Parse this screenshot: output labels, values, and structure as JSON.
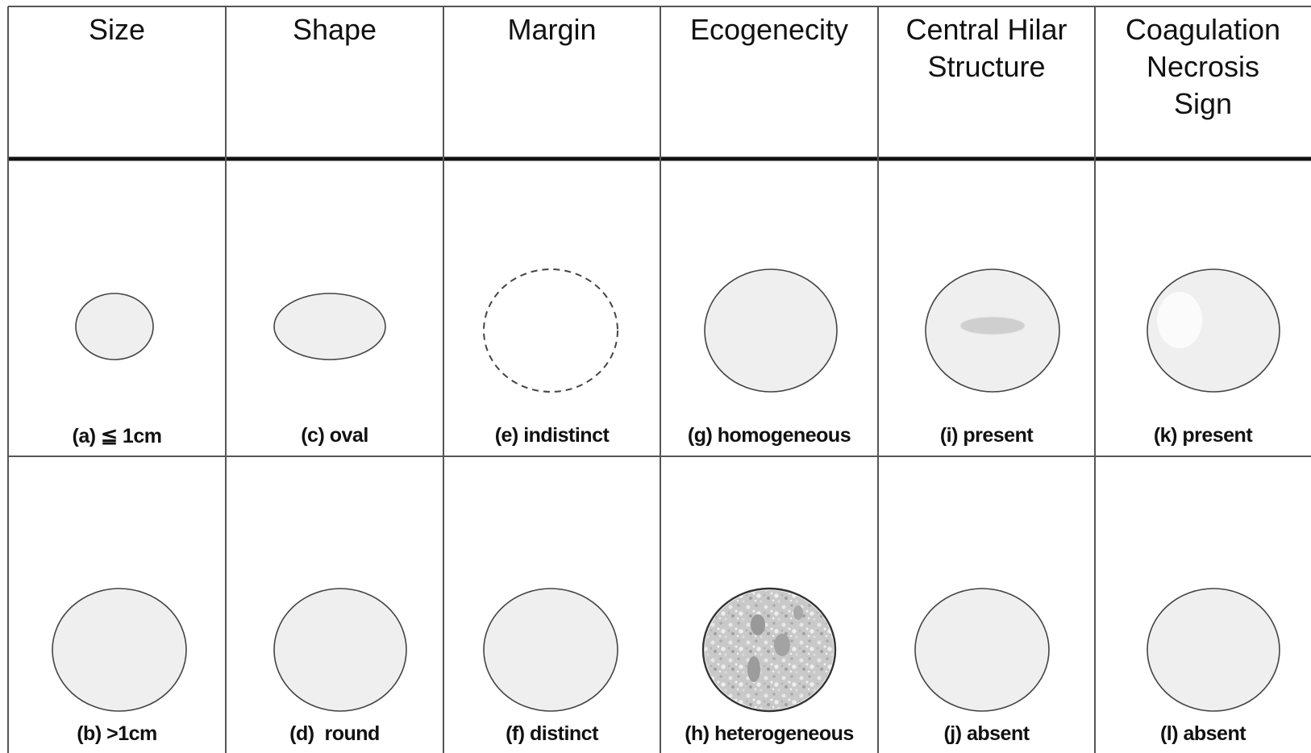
{
  "table": {
    "columns": [
      {
        "header": "Size",
        "row1": {
          "label": "(a) ≦ 1cm",
          "shape": "small-circle"
        },
        "row2": {
          "label": "(b) >1cm",
          "shape": "large-circle"
        }
      },
      {
        "header": "Shape",
        "row1": {
          "label": "(c) oval",
          "shape": "oval"
        },
        "row2": {
          "label": "(d)  round",
          "shape": "round-circle"
        }
      },
      {
        "header": "Margin",
        "row1": {
          "label": "(e) indistinct",
          "shape": "dashed-circle"
        },
        "row2": {
          "label": "(f) distinct",
          "shape": "solid-circle"
        }
      },
      {
        "header": "Ecogenecity",
        "row1": {
          "label": "(g) homogeneous",
          "shape": "homogeneous-circle"
        },
        "row2": {
          "label": "(h) heterogeneous",
          "shape": "heterogeneous-circle"
        }
      },
      {
        "header": "Central Hilar\nStructure",
        "row1": {
          "label": "(i) present",
          "shape": "hilar-circle"
        },
        "row2": {
          "label": "(j) absent",
          "shape": "plain-circle"
        }
      },
      {
        "header": "Coagulation\nNecrosis\nSign",
        "row1": {
          "label": "(k) present",
          "shape": "necrosis-circle"
        },
        "row2": {
          "label": "(l) absent",
          "shape": "plain-circle"
        }
      }
    ]
  },
  "colors": {
    "fill": "#efefef",
    "stroke": "#444444",
    "grid": "#555555",
    "hilar": "#cfcfcf",
    "necrosis": "#fbfbfb",
    "hetero_base": "#c9c9c9"
  }
}
